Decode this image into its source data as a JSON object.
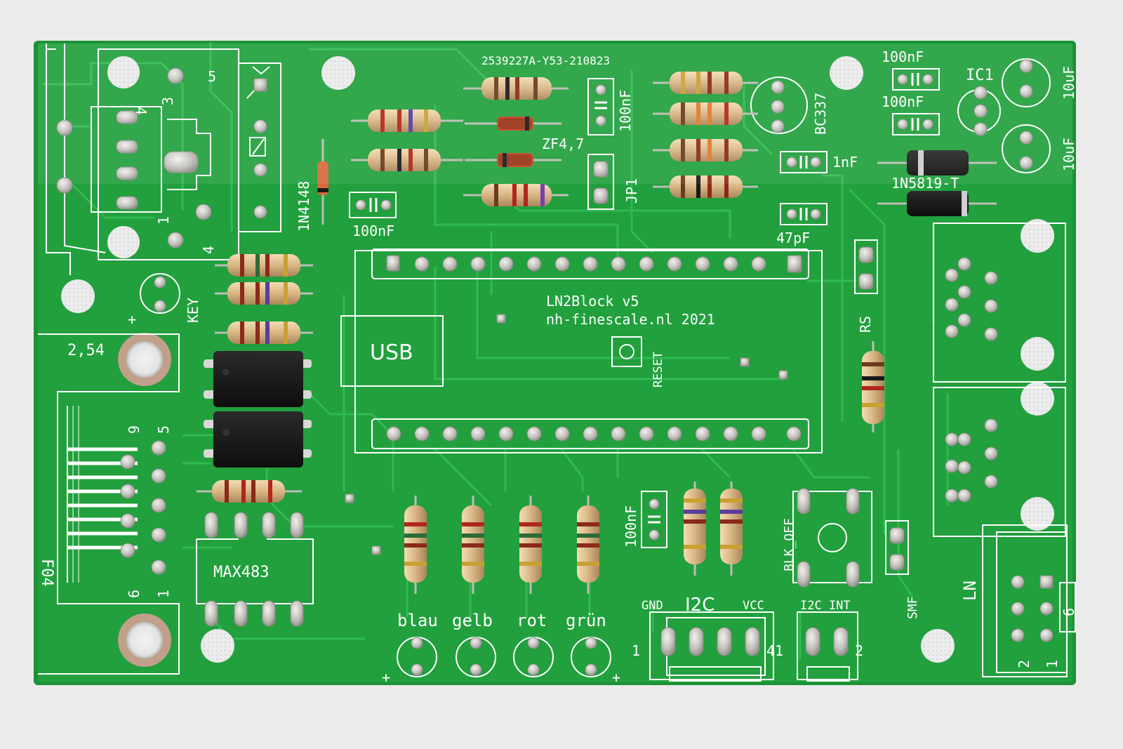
{
  "board": {
    "colors": {
      "background": "#ecebeb",
      "soldermask": "#1f9a3a",
      "soldermask_dark": "#178030",
      "trace": "#2bb04a",
      "silkscreen": "#ffffff",
      "pad": "#c9c7c2",
      "resistor_body": "#d9b98a",
      "ic_body": "#1c1c1c"
    },
    "labels": {
      "order_code": "2539227A-Y53-210823",
      "title_line1": "LN2Block v5",
      "title_line2": "nh-finescale.nl 2021",
      "usb": "USB",
      "reset": "RESET",
      "jp1": "JP1",
      "ic1": "IC1",
      "bc337": "BC337",
      "zener": "ZF4,7",
      "diode_1n4148": "1N4148",
      "diode_1n5819": "1N5819-T",
      "cap_100nf_top": "100nF",
      "cap_100nf_mid": "100nF",
      "cap_100nf_right": "100nF",
      "cap_100nf_left": "100nF",
      "cap_100nf_bottom": "100nF",
      "cap_1nf": "1nF",
      "cap_47pf": "47pF",
      "cap_10uf_a": "10uF",
      "cap_10uf_b": "10uF",
      "key": "KEY",
      "pitch": "2,54",
      "max483": "MAX483",
      "rs": "RS",
      "blk_off": "BLK_OFF",
      "smf": "SMF",
      "ln": "LN",
      "gnd": "GND",
      "i2c": "I2C",
      "vcc": "VCC",
      "i2c_int": "I2C_INT",
      "pin_1": "1",
      "pin_41": "41",
      "pin_2": "2",
      "pin_6": "6",
      "pin_9": "9",
      "pin_5": "5",
      "pin_3": "3",
      "pin_4": "4",
      "f04": "F04",
      "led_blau": "blau",
      "led_gelb": "gelb",
      "led_rot": "rot",
      "led_gruen": "grün",
      "plus": "+"
    }
  }
}
